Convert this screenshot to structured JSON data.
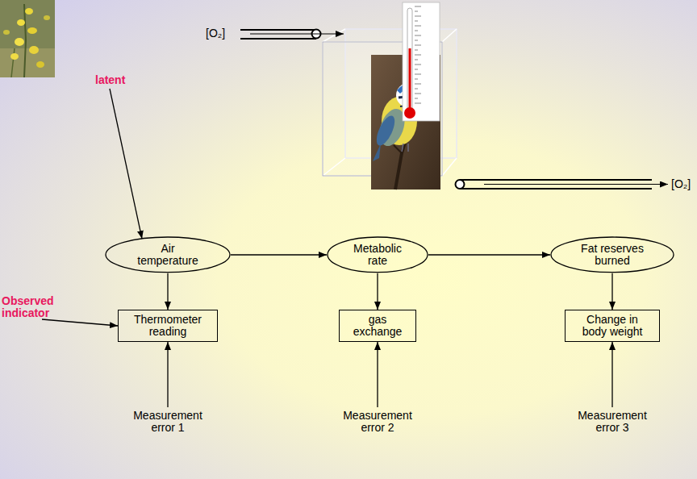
{
  "diagram": {
    "nodes": [
      {
        "text": [
          "Air temperature"
        ]
      },
      {
        "text": [
          "Metabolic rate"
        ]
      },
      {
        "text": [
          "Fat reserves burned"
        ]
      },
      {
        "text": [
          "Thermometer reading"
        ]
      },
      {
        "text": [
          "gas exchange"
        ]
      },
      {
        "text": [
          "Change in body weight"
        ]
      },
      {
        "text": [
          "Measurement error 1"
        ]
      },
      {
        "text": [
          "Measurement error 2"
        ]
      },
      {
        "text": [
          "Measurement error 3"
        ]
      }
    ],
    "edges": [
      {
        "from": 0,
        "to": 1,
        "arrow": "to"
      },
      {
        "from": 1,
        "to": 2,
        "arrow": "to"
      },
      {
        "from": 0,
        "to": 3,
        "arrow": "to"
      },
      {
        "from": 1,
        "to": 4,
        "arrow": "to"
      },
      {
        "from": 2,
        "to": 5,
        "arrow": "to"
      },
      {
        "from": 6,
        "to": 3,
        "arrow": "to"
      },
      {
        "from": 7,
        "to": 4,
        "arrow": "to"
      },
      {
        "from": 8,
        "to": 5,
        "arrow": "to"
      }
    ],
    "labels": [
      "latent",
      "Observed indicator",
      "[O₂]",
      "[O₂]"
    ]
  }
}
